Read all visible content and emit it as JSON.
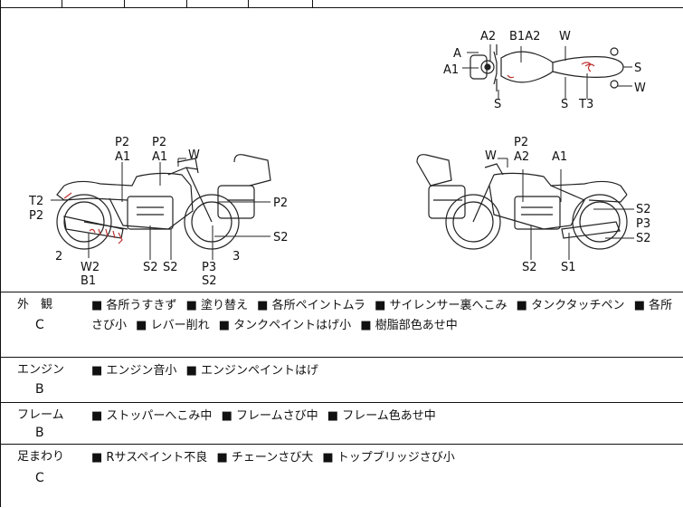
{
  "diagram": {
    "labels": {
      "top_a": "A",
      "top_a1": "A1",
      "top_a2": "A2",
      "top_b1a2": "B1A2",
      "top_w1": "W",
      "top_s1": "S",
      "top_w2": "W",
      "top_s2": "S",
      "top_s3": "S",
      "top_t3": "T3",
      "l_p2a": "P2",
      "l_a1a": "A1",
      "l_p2b": "P2",
      "l_a1b": "A1",
      "l_w": "W",
      "l_t2": "T2",
      "l_p2c": "P2",
      "l_p2d": "P2",
      "l_2": "2",
      "l_w2": "W2",
      "l_b1": "B1",
      "l_s2a": "S2",
      "l_s2b": "S2",
      "l_p3": "P3",
      "l_s2c": "S2",
      "l_3": "3",
      "l_s2d": "S2",
      "r_p2": "P2",
      "r_w": "W",
      "r_a2": "A2",
      "r_a1": "A1",
      "r_s2a": "S2",
      "r_p3": "P3",
      "r_s2b": "S2",
      "r_s2c": "S2",
      "r_s1": "S1"
    }
  },
  "sections": [
    {
      "category": "外　観",
      "grade": "C",
      "items": [
        "各所うすきず",
        "塗り替え",
        "各所ペイントムラ",
        "サイレンサー裏へこみ",
        "タンクタッチペン",
        "各所さび小",
        "レバー削れ",
        "タンクペイントはげ小",
        "樹脂部色あせ中"
      ]
    },
    {
      "category": "エンジン",
      "grade": "B",
      "items": [
        "エンジン音小",
        "エンジンペイントはげ"
      ]
    },
    {
      "category": "フレーム",
      "grade": "B",
      "items": [
        "ストッパーへこみ中",
        "フレームさび中",
        "フレーム色あせ中"
      ]
    },
    {
      "category": "足まわり",
      "grade": "C",
      "items": [
        "Rサスペイント不良",
        "チェーンさび大",
        "トップブリッジさび小"
      ]
    }
  ]
}
